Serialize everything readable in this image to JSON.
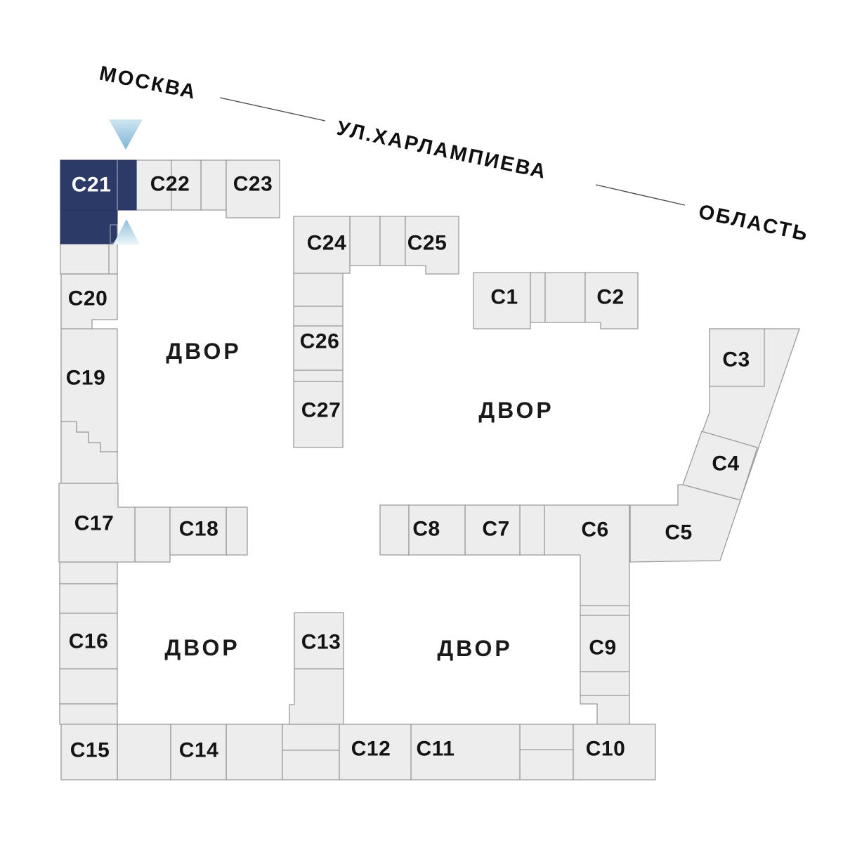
{
  "street": {
    "from_label": "МОСКВА",
    "name": "УЛ.ХАРЛАМПИЕВА",
    "to_label": "ОБЛАСТЬ"
  },
  "courtyards": [
    {
      "label": "ДВОР"
    },
    {
      "label": "ДВОР"
    },
    {
      "label": "ДВОР"
    },
    {
      "label": "ДВОР"
    }
  ],
  "selected_block_id": "С21",
  "colors": {
    "block_fill": "#ededed",
    "block_border": "#9b9b9b",
    "selected_fill": "#2c3a68",
    "selected_text": "#ffffff",
    "label_color": "#141414",
    "marker_blue": "#8fc2dc"
  },
  "blocks": [
    {
      "id": "С1",
      "label": "С1"
    },
    {
      "id": "С2",
      "label": "С2"
    },
    {
      "id": "С3",
      "label": "С3"
    },
    {
      "id": "С4",
      "label": "С4"
    },
    {
      "id": "С5",
      "label": "С5"
    },
    {
      "id": "С6",
      "label": "С6"
    },
    {
      "id": "С7",
      "label": "С7"
    },
    {
      "id": "С8",
      "label": "С8"
    },
    {
      "id": "С9",
      "label": "С9"
    },
    {
      "id": "С10",
      "label": "С10"
    },
    {
      "id": "С11",
      "label": "С11"
    },
    {
      "id": "С12",
      "label": "С12"
    },
    {
      "id": "С13",
      "label": "С13"
    },
    {
      "id": "С14",
      "label": "С14"
    },
    {
      "id": "С15",
      "label": "С15"
    },
    {
      "id": "С16",
      "label": "С16"
    },
    {
      "id": "С17",
      "label": "С17"
    },
    {
      "id": "С18",
      "label": "С18"
    },
    {
      "id": "С19",
      "label": "С19"
    },
    {
      "id": "С20",
      "label": "С20"
    },
    {
      "id": "С21",
      "label": "С21",
      "selected": true
    },
    {
      "id": "С22",
      "label": "С22"
    },
    {
      "id": "С23",
      "label": "С23"
    },
    {
      "id": "С24",
      "label": "С24"
    },
    {
      "id": "С25",
      "label": "С25"
    },
    {
      "id": "С26",
      "label": "С26"
    },
    {
      "id": "С27",
      "label": "С27"
    }
  ]
}
